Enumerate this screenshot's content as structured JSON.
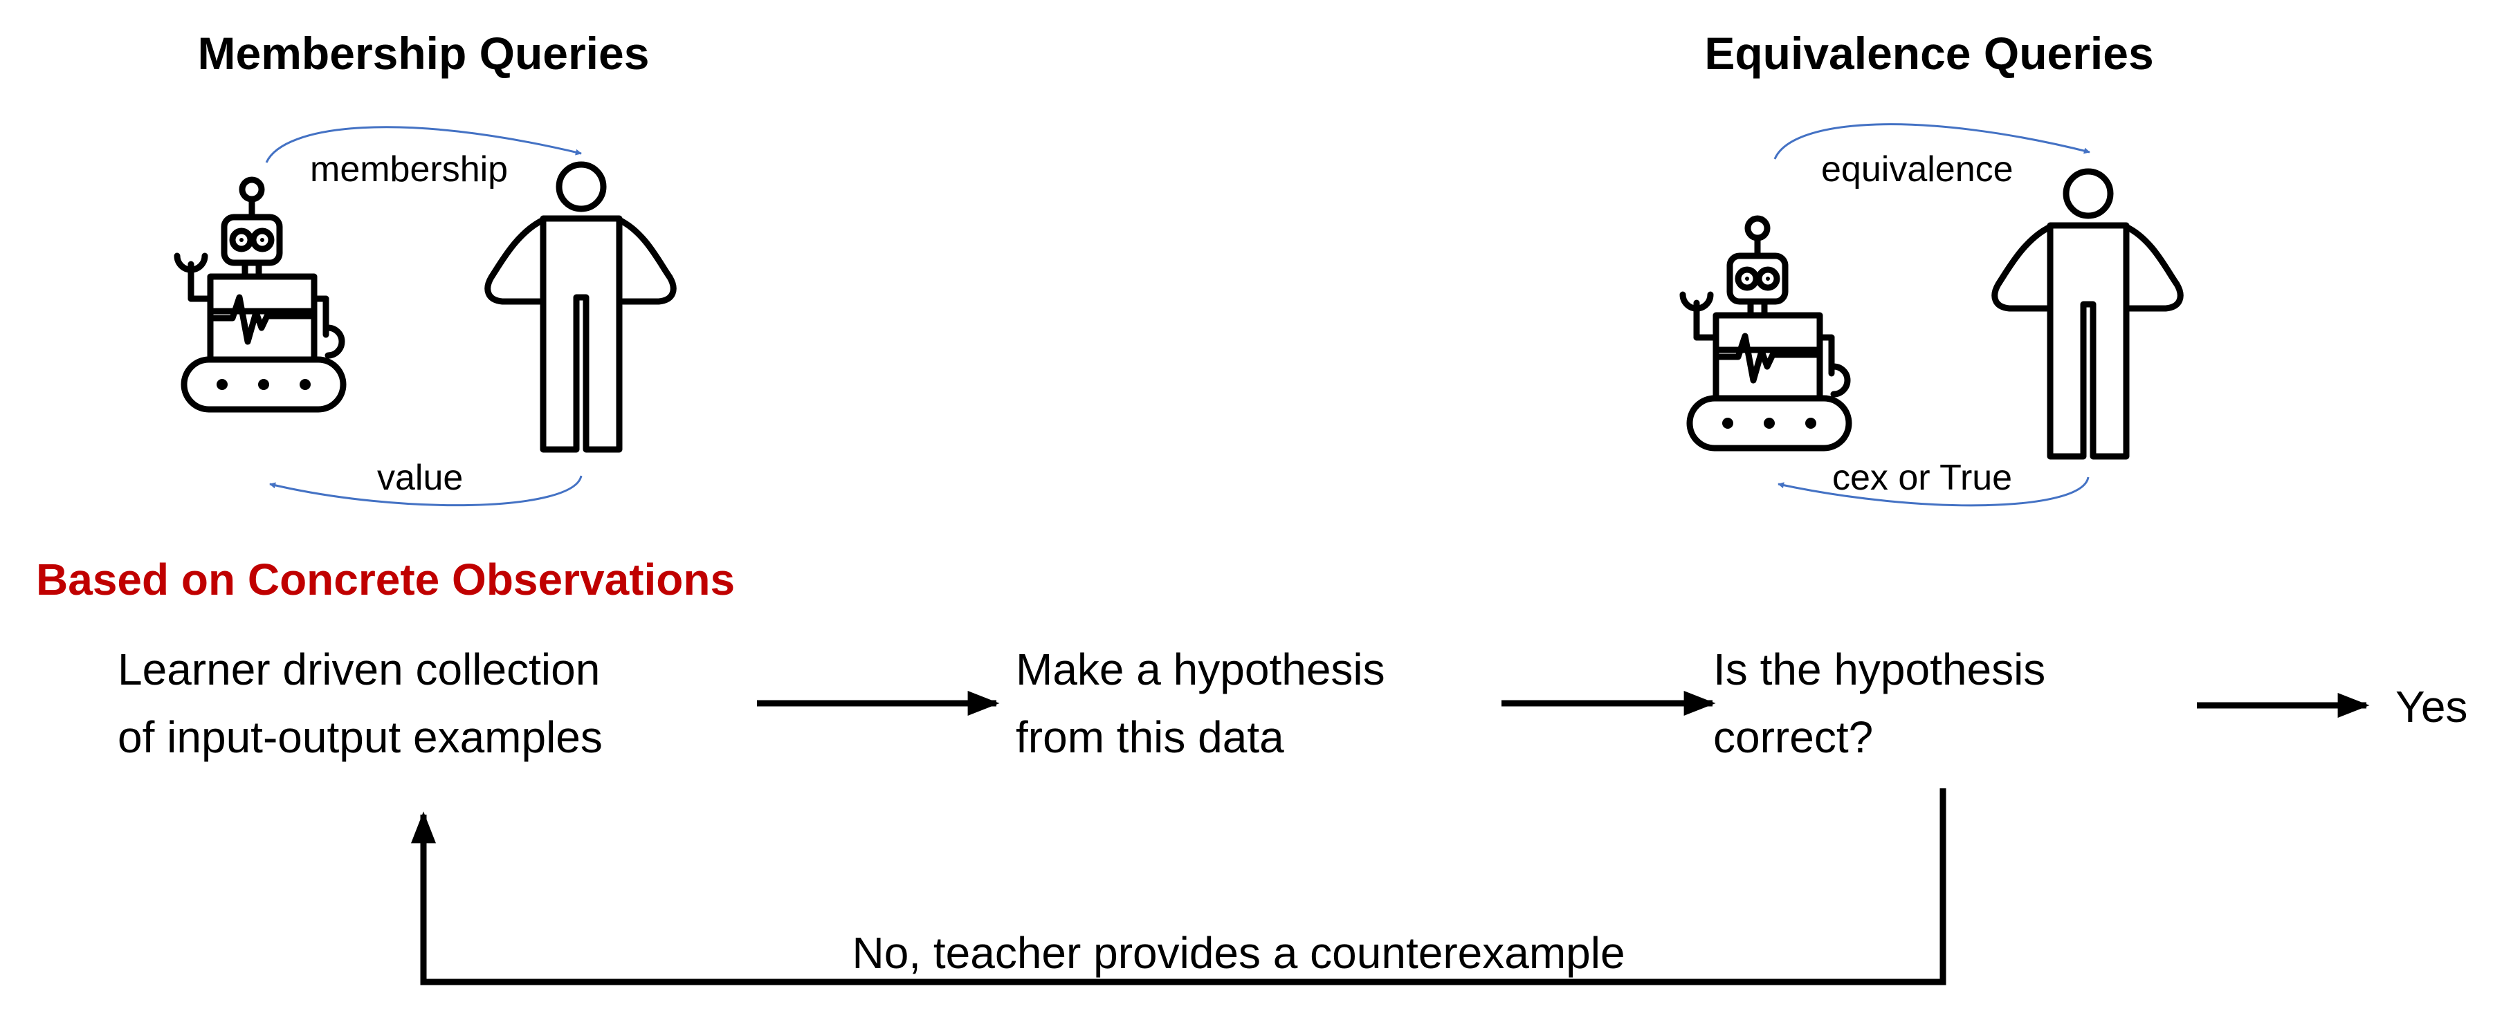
{
  "left_panel": {
    "title": "Membership Queries",
    "top_arrow_label": "membership",
    "bottom_arrow_label": "value"
  },
  "right_panel": {
    "title": "Equivalence Queries",
    "top_arrow_label": "equivalence",
    "bottom_arrow_label": "cex or True"
  },
  "section_heading": "Based on Concrete Observations",
  "flow": {
    "step1": [
      "Learner driven collection",
      "of input-output examples"
    ],
    "step2": [
      "Make a hypothesis",
      "from this data"
    ],
    "step3": [
      "Is the hypothesis",
      "correct?"
    ],
    "yes_label": "Yes",
    "no_label": "No, teacher provides a counterexample"
  },
  "icons": {
    "learner": "robot-icon",
    "teacher": "person-icon"
  },
  "colors": {
    "heading": "#C00000",
    "query_arrow": "#4472C4",
    "flow_arrow": "#000000"
  }
}
